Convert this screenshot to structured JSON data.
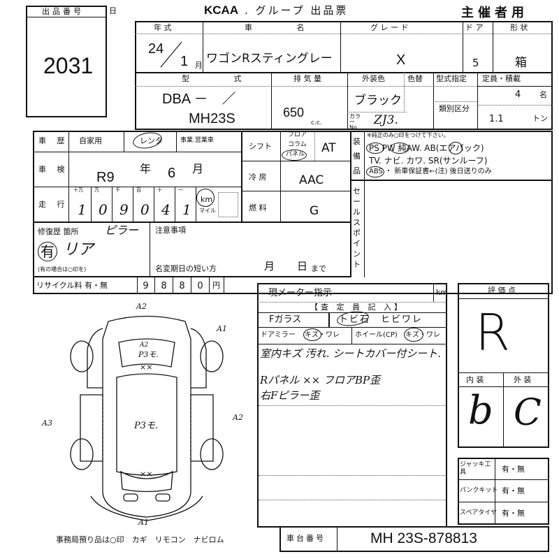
{
  "header": {
    "brand": "KCAA",
    "title": ". グループ 出品票",
    "copy_label": "主催者用",
    "lot_label": "出品番号",
    "lot_number": "2031",
    "side_mark": "日"
  },
  "vehicle": {
    "year_label": "年 式",
    "year": "24",
    "month": "1",
    "month_unit": "月",
    "name_label": "車 名",
    "name": "ワゴンRスティングレー",
    "grade_label": "グ レ ー ド",
    "grade": "X",
    "doors_label": "ド ア",
    "doors": "5",
    "body_label": "形 状",
    "body": "箱",
    "model_label": "型 式",
    "model_prefix": "DBA －　／",
    "model": "MH23S",
    "displacement_label": "排 気 量",
    "displacement": "650",
    "cc_unit": "c.c.",
    "color_label": "外装色",
    "color": "ブラック",
    "color_change_label": "色替",
    "color_no_label": "カラー No.",
    "color_no": "ZJ3.",
    "type_designation_label": "型式指定",
    "category_label": "類別区分",
    "capacity_label": "定員・積載",
    "capacity": "4",
    "capacity_unit": "名",
    "load": "1.1",
    "load_unit": "トン"
  },
  "history": {
    "label": "車 歴",
    "opt1": "自家用",
    "opt2": "レンタ",
    "opt3": "事業.営業車"
  },
  "inspection": {
    "label": "車 検",
    "era": "R9",
    "year_unit": "年",
    "month": "6",
    "month_unit": "月"
  },
  "mileage": {
    "label": "走 行",
    "digit_headers": [
      "十万",
      "万",
      "千",
      "百",
      "十",
      "一"
    ],
    "digits": [
      "1",
      "0",
      "9",
      "0",
      "4",
      "1"
    ],
    "unit_km": "km",
    "unit_mile": "マイル"
  },
  "shift": {
    "label": "シフト",
    "opt_floor": "フロア",
    "opt_column": "コラム",
    "opt_panel": "パネル",
    "value": "AT"
  },
  "ac": {
    "label": "冷 房",
    "value": "AAC"
  },
  "fuel": {
    "label": "燃 料",
    "value": "G"
  },
  "equipment": {
    "label": "装備品",
    "note": "※純正のみ○印をつけて下さい。",
    "line1": "PS  PW  純AW.  AB(エアバック)",
    "line2": "TV. ナビ. カワ. SR(サンルーフ)",
    "line3": "ABS ・ 新車保証書←(注) 後日送りのみ"
  },
  "sales_point": {
    "label": "セールスポイント"
  },
  "repair": {
    "label": "修復歴 箇所",
    "location": "ピラー",
    "status": "有",
    "area": "リア",
    "note": "(有の場合は○印を)"
  },
  "caution": {
    "label": "注意事項",
    "rename_label": "名変期日の短い方",
    "month": "月",
    "day": "日",
    "until": "まで"
  },
  "recycle": {
    "label": "リサイクル料 有・無",
    "digits": [
      "9",
      "8",
      "8",
      "0"
    ],
    "unit": "円"
  },
  "meter": {
    "label": "現メーター指示",
    "unit": "km",
    "inspector_label": "【査 定 員 記 入】",
    "glass_label": "Fガラス",
    "glass_opts": "トビ石　ヒビワレ",
    "mirror_label": "ドアミラー",
    "mirror_opts": "キズ・ワレ",
    "wheel_label": "ホイール(CP)",
    "wheel_opts": "キズ・ワレ",
    "notes": [
      "室内キズ 汚れ. シートカバー付シート.",
      "Rパネル ×× フロアBP歪",
      "右Fピラー歪"
    ]
  },
  "grade": {
    "label": "評 価 点",
    "score": "R",
    "interior_label": "内 装",
    "exterior_label": "外 装",
    "interior": "b",
    "exterior": "C"
  },
  "accessories": [
    {
      "label": "ジャッキ工具",
      "value": "有・無"
    },
    {
      "label": "パンクキット",
      "value": "有・無"
    },
    {
      "label": "スペアタイヤ",
      "value": "有・無"
    }
  ],
  "chassis": {
    "label": "車台番号",
    "value": "MH 23S-878813"
  },
  "diagram": {
    "marks": {
      "front": "A2",
      "right_front": "A1",
      "roof": "A2",
      "roof2": "P3モ.",
      "roof3": "××",
      "left": "A3",
      "right": "A2",
      "body": "P3モ.",
      "rear": "××",
      "bottom": "A1"
    }
  },
  "footer": {
    "office_note": "事務局預り品は○印　カギ　リモコン　ナビロム"
  }
}
